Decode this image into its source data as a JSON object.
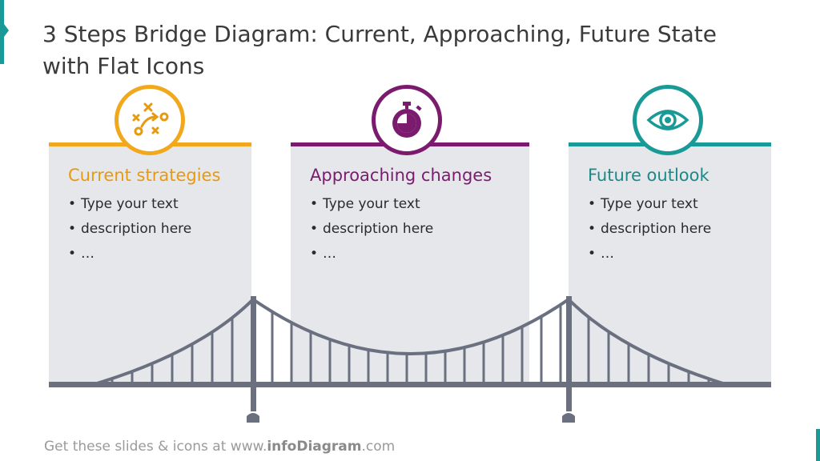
{
  "title_lines": [
    "3 Steps Bridge Diagram: Current, Approaching, Future State",
    "with Flat Icons"
  ],
  "colors": {
    "orange": "#f2a81d",
    "purple": "#7b1b6e",
    "teal": "#1a9a97",
    "panel": "#e6e7eb",
    "bridge": "#6b7080"
  },
  "steps": [
    {
      "heading": "Current strategies",
      "icon": "strategy-play-icon",
      "bullets": [
        "Type your text",
        "description here",
        "…"
      ]
    },
    {
      "heading": "Approaching changes",
      "icon": "stopwatch-icon",
      "bullets": [
        "Type your text",
        "description here",
        "…"
      ]
    },
    {
      "heading": "Future outlook",
      "icon": "eye-icon",
      "bullets": [
        "Type your text",
        "description here",
        "…"
      ]
    }
  ],
  "footer": {
    "prefix": "Get these slides  & icons at www.",
    "brand": "infoDiagram",
    "suffix": ".com"
  }
}
